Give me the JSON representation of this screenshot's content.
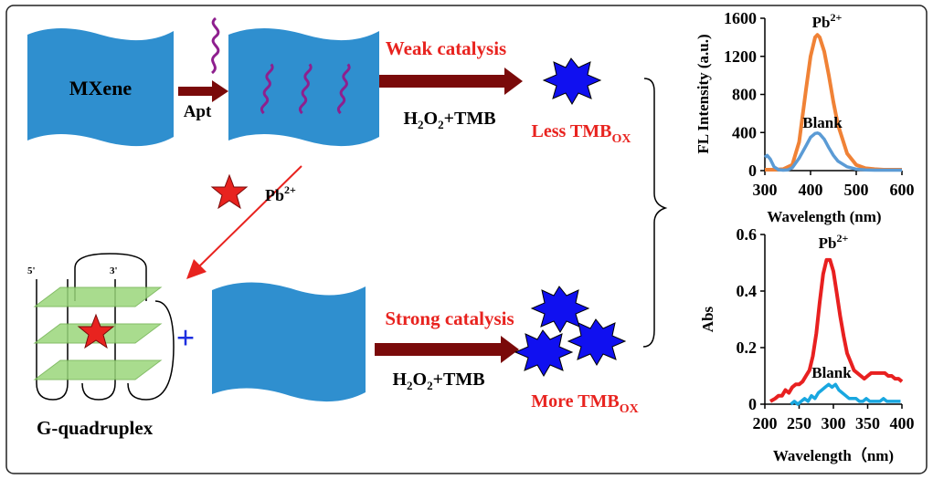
{
  "left": {
    "mxene_label": "MXene",
    "apt_label": "Apt",
    "weak_catalysis": "Weak catalysis",
    "strong_catalysis": "Strong catalysis",
    "reagent_top": {
      "main": "H",
      "sub1": "2",
      "mid": "O",
      "sub2": "2",
      "rest": "+TMB"
    },
    "reagent_bottom": {
      "main": "H",
      "sub1": "2",
      "mid": "O",
      "sub2": "2",
      "rest": "+TMB"
    },
    "less_tmb": {
      "main": "Less TMB",
      "sub": "OX"
    },
    "more_tmb": {
      "main": "More TMB",
      "sub": "OX"
    },
    "pb_label": {
      "main": "Pb",
      "sup": "2+"
    },
    "gquad_label": "G-quadruplex",
    "five_prime": "5'",
    "three_prime": "3'",
    "plus_sign": "+"
  },
  "colors": {
    "mxene": "#2F8FCF",
    "arrow_dark": "#7A0A0A",
    "red_text": "#E8231F",
    "star_blue": "#1010F0",
    "star_red": "#E8231F",
    "plus_blue": "#1D2FE0",
    "apt_purple": "#8E1F8E",
    "gquad_green": "#9BD67B",
    "fl_pb": "#F08236",
    "fl_blank": "#5B9BD5",
    "abs_pb": "#E82020",
    "abs_blank": "#19A7E0"
  },
  "chart_data": [
    {
      "type": "line",
      "xlabel": "Wavelength (nm)",
      "ylabel": "FL Intensity (a.u.)",
      "xlim": [
        300,
        600
      ],
      "ylim": [
        0,
        1600
      ],
      "xticks": [
        "300",
        "400",
        "500",
        "600"
      ],
      "yticks": [
        "0",
        "400",
        "800",
        "1200",
        "1600"
      ],
      "annotations": [
        {
          "text_main": "Pb",
          "text_sup": "2+"
        },
        {
          "text_main": "Blank",
          "text_sup": ""
        }
      ],
      "series": [
        {
          "name": "Pb2+",
          "color": "#F08236",
          "x": [
            300,
            320,
            340,
            360,
            375,
            390,
            400,
            410,
            415,
            420,
            430,
            440,
            450,
            460,
            480,
            500,
            520,
            540,
            560,
            580,
            600
          ],
          "y": [
            10,
            10,
            15,
            60,
            300,
            850,
            1200,
            1400,
            1425,
            1400,
            1250,
            1000,
            720,
            480,
            180,
            60,
            25,
            15,
            10,
            10,
            10
          ]
        },
        {
          "name": "Blank",
          "color": "#5B9BD5",
          "x": [
            300,
            305,
            312,
            320,
            330,
            340,
            350,
            360,
            375,
            390,
            400,
            410,
            415,
            420,
            430,
            440,
            450,
            460,
            480,
            500,
            520,
            540,
            560,
            580,
            600
          ],
          "y": [
            140,
            160,
            120,
            40,
            10,
            5,
            8,
            30,
            130,
            260,
            350,
            390,
            395,
            385,
            330,
            240,
            160,
            100,
            40,
            15,
            8,
            5,
            5,
            5,
            5
          ]
        }
      ]
    },
    {
      "type": "line",
      "xlabel": "Wavelength（nm)",
      "ylabel": "Abs",
      "xlim": [
        200,
        400
      ],
      "ylim": [
        0,
        0.6
      ],
      "xticks": [
        "200",
        "250",
        "300",
        "350",
        "400"
      ],
      "yticks": [
        "0",
        "0.2",
        "0.4",
        "0.6"
      ],
      "annotations": [
        {
          "text_main": "Pb",
          "text_sup": "2+"
        },
        {
          "text_main": "Blank",
          "text_sup": ""
        }
      ],
      "series": [
        {
          "name": "Pb2+",
          "color": "#E82020",
          "x": [
            208,
            215,
            220,
            225,
            230,
            235,
            240,
            245,
            250,
            255,
            260,
            265,
            270,
            275,
            280,
            285,
            290,
            295,
            300,
            305,
            310,
            315,
            320,
            325,
            330,
            335,
            340,
            345,
            350,
            355,
            360,
            365,
            370,
            375,
            380,
            385,
            390,
            395,
            400
          ],
          "y": [
            0.01,
            0.02,
            0.03,
            0.03,
            0.05,
            0.04,
            0.06,
            0.07,
            0.07,
            0.08,
            0.1,
            0.12,
            0.17,
            0.25,
            0.36,
            0.46,
            0.51,
            0.51,
            0.47,
            0.39,
            0.31,
            0.24,
            0.18,
            0.15,
            0.12,
            0.11,
            0.1,
            0.09,
            0.1,
            0.11,
            0.11,
            0.11,
            0.11,
            0.11,
            0.1,
            0.1,
            0.09,
            0.09,
            0.08
          ]
        },
        {
          "name": "Blank",
          "color": "#19A7E0",
          "x": [
            238,
            243,
            248,
            253,
            258,
            263,
            268,
            273,
            278,
            283,
            288,
            293,
            298,
            303,
            308,
            313,
            318,
            323,
            328,
            333,
            338,
            343,
            348,
            353,
            358,
            363,
            368,
            373,
            378,
            383,
            388,
            393,
            398
          ],
          "y": [
            0.0,
            0.01,
            0.0,
            0.01,
            0.02,
            0.01,
            0.03,
            0.02,
            0.04,
            0.05,
            0.06,
            0.07,
            0.06,
            0.07,
            0.05,
            0.04,
            0.03,
            0.02,
            0.02,
            0.02,
            0.01,
            0.01,
            0.02,
            0.01,
            0.01,
            0.01,
            0.01,
            0.02,
            0.01,
            0.01,
            0.01,
            0.01,
            0.01
          ]
        }
      ]
    }
  ]
}
